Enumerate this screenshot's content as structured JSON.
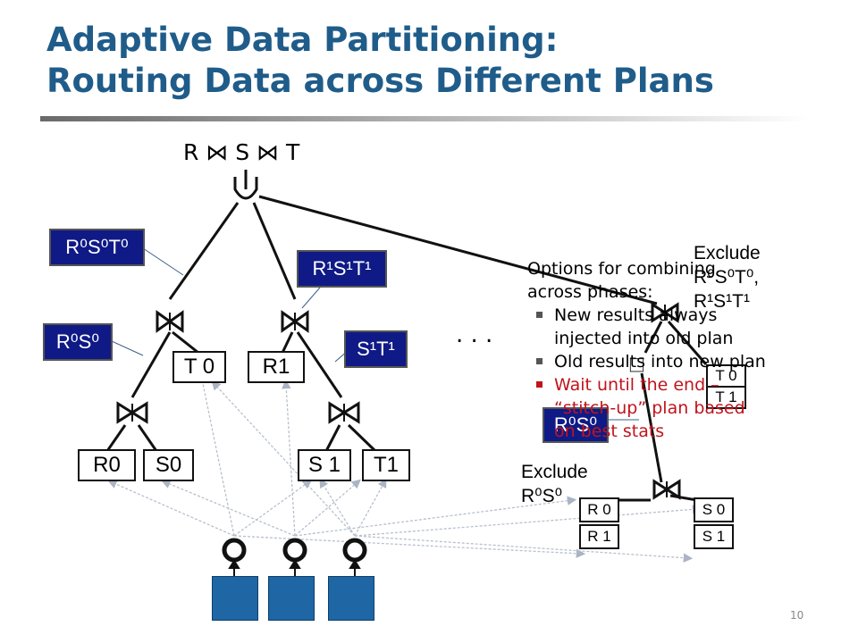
{
  "slide": {
    "title_line1": "Adaptive Data Partitioning:",
    "title_line2": "Routing Data across Different Plans",
    "query": "R ⋈ S ⋈ T",
    "union_symbol": "∪",
    "ellipsis": ". . .",
    "page_number": "10"
  },
  "plan_labels": {
    "r0s0t0": "R⁰S⁰T⁰",
    "r1s1t1": "R¹S¹T¹",
    "r0s0": "R⁰S⁰",
    "s1t1": "S¹T¹",
    "r0s0_right": "R⁰S⁰"
  },
  "relations": {
    "t0": "T 0",
    "r1": "R1",
    "r0": "R0",
    "s0": "S0",
    "s1": "S 1",
    "t1": "T1",
    "right_t0": "T 0",
    "right_t1": "T 1",
    "right_r0": "R 0",
    "right_r1": "R 1",
    "right_s0": "S 0",
    "right_s1": "S 1",
    "small_square": "□"
  },
  "options": {
    "heading": "Options for combining across phases:",
    "items": [
      "New results always injected into old plan",
      "Old results into new plan",
      "Wait until the end – “stitch-up” plan based on best stats"
    ]
  },
  "exclude_top": {
    "line1": "Exclude",
    "line2": "R⁰S⁰T⁰,",
    "line3": "R¹S¹T¹"
  },
  "exclude_mid": {
    "line1": "Exclude",
    "line2": "R⁰S⁰"
  },
  "colors": {
    "title": "#1f5c8a",
    "label_box": "#0f1a86",
    "red_text": "#c0141c",
    "source_box": "#1f66a4"
  }
}
